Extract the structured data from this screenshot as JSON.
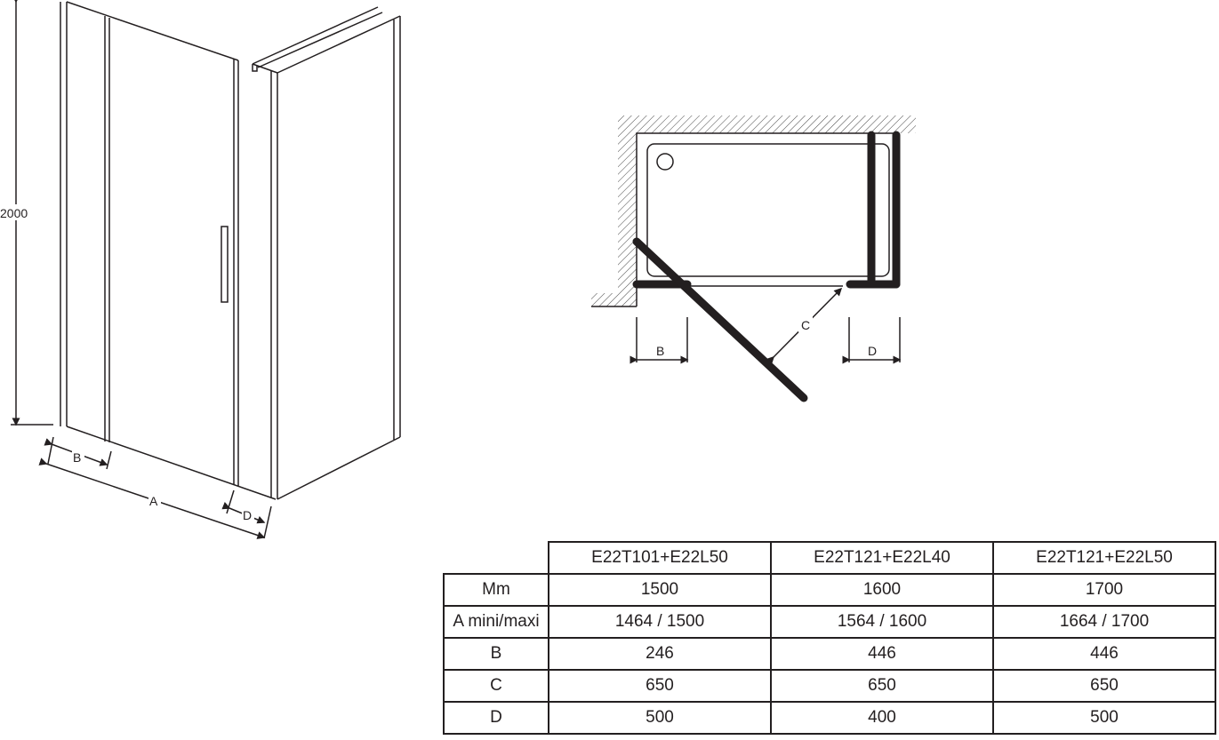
{
  "isometric_view": {
    "height_label": "2000",
    "dim_labels": {
      "a": "A",
      "b": "B",
      "d": "D"
    }
  },
  "plan_view": {
    "dim_labels": {
      "b": "B",
      "c": "C",
      "d": "D"
    }
  },
  "spec_table": {
    "columns": [
      "E22T101+E22L50",
      "E22T121+E22L40",
      "E22T121+E22L50"
    ],
    "rows": [
      {
        "label": "Mm",
        "values": [
          "1500",
          "1600",
          "1700"
        ]
      },
      {
        "label": "A mini/maxi",
        "values": [
          "1464 / 1500",
          "1564 / 1600",
          "1664 / 1700"
        ]
      },
      {
        "label": "B",
        "values": [
          "246",
          "446",
          "446"
        ]
      },
      {
        "label": "C",
        "values": [
          "650",
          "650",
          "650"
        ]
      },
      {
        "label": "D",
        "values": [
          "500",
          "400",
          "500"
        ]
      }
    ]
  }
}
